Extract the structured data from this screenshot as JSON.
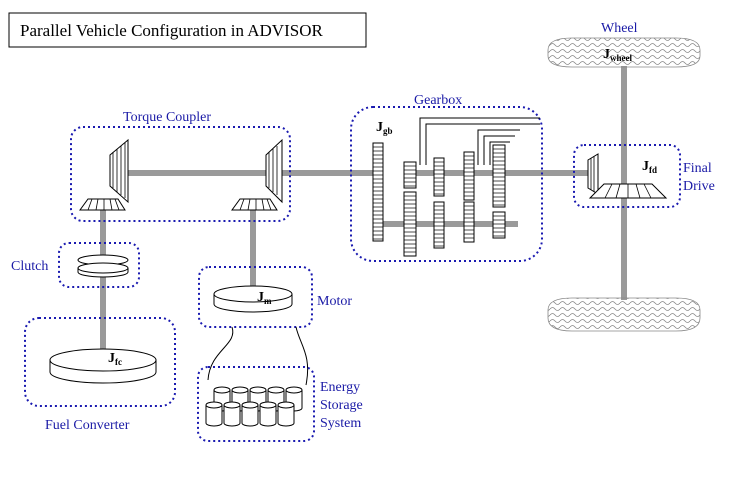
{
  "title": "Parallel Vehicle Configuration in ADVISOR",
  "labels": {
    "torque_coupler": "Torque Coupler",
    "gearbox": "Gearbox",
    "wheel": "Wheel",
    "final_drive_1": "Final",
    "final_drive_2": "Drive",
    "clutch": "Clutch",
    "motor": "Motor",
    "fuel_converter": "Fuel Converter",
    "ess_1": "Energy",
    "ess_2": "Storage",
    "ess_3": "System"
  },
  "inertias": {
    "wheel": {
      "base": "J",
      "sub": "wheel"
    },
    "gearbox": {
      "base": "J",
      "sub": "gb"
    },
    "final_drive": {
      "base": "J",
      "sub": "fd"
    },
    "motor": {
      "base": "J",
      "sub": "m"
    },
    "fuel_converter": {
      "base": "J",
      "sub": "fc"
    }
  },
  "colors": {
    "box_border": "#1a1ab0",
    "label_text": "#1a1aa6",
    "shaft": "#9a9a9a"
  }
}
